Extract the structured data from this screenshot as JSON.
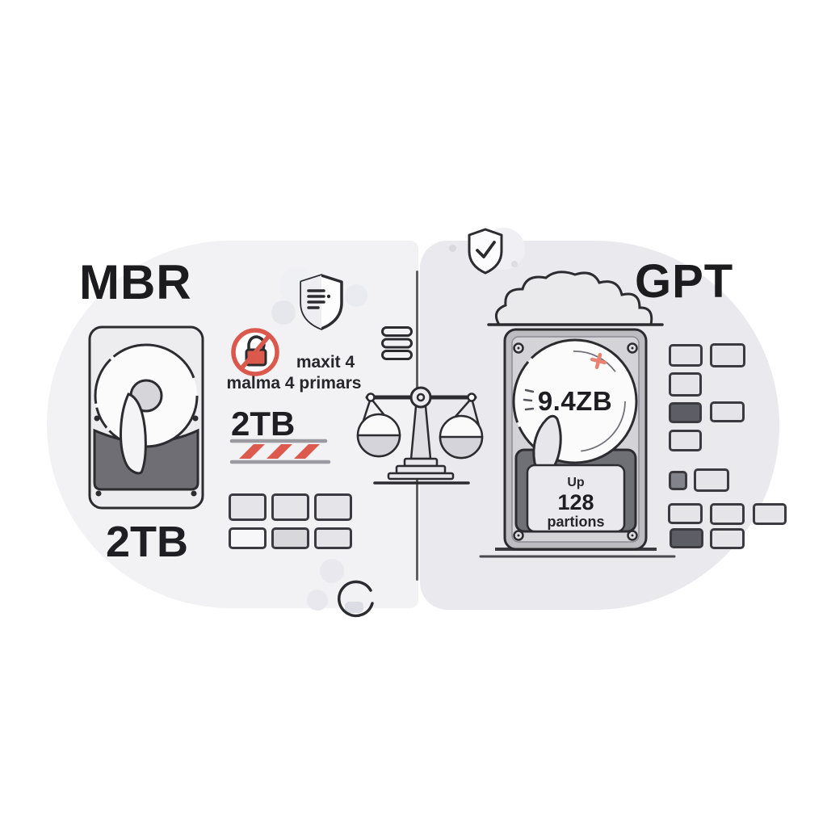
{
  "left_panel": {
    "title": "MBR",
    "drive_capacity": "2TB",
    "restriction_line1": "maxit 4",
    "restriction_line2": "malma 4 primars",
    "limit_label": "2TB"
  },
  "right_panel": {
    "title": "GPT",
    "drive_capacity": "9.4ZB",
    "partition_line1": "Up",
    "partition_line2": "128",
    "partition_line3": "partions"
  },
  "colors": {
    "accent_red": "#dc5a4d",
    "ink": "#2b2b30",
    "left_bg": "#f2f2f5",
    "right_bg": "#e9e9ee",
    "dark_block": "#5d5d65"
  }
}
